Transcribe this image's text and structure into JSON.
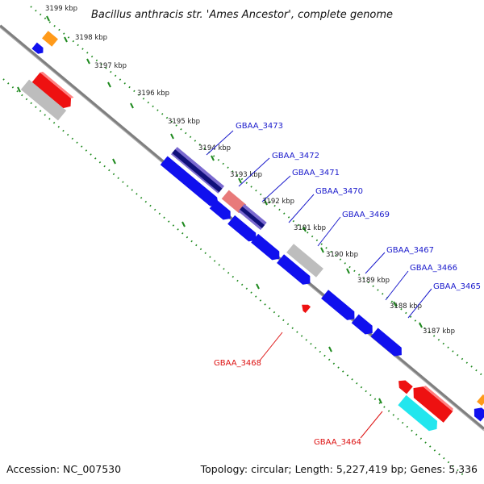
{
  "title": "Bacillus anthracis str. 'Ames Ancestor', complete genome",
  "accession": "Accession: NC_007530",
  "summary": "Topology: circular; Length: 5,227,419 bp; Genes: 5,336",
  "colors": {
    "backbone": "#7f7f7f",
    "tick": "#1f8a1f",
    "label_fwd": "#1a1acc",
    "label_rev": "#dd1111",
    "blue": "#1010ee",
    "navy": "#10107a",
    "red": "#ee1111",
    "pink": "#e87a7a",
    "gray": "#bdbdbd",
    "cyan": "#22e6ee",
    "orange": "#ff9a1a"
  },
  "scale": {
    "outer_ticks": [
      {
        "label": "3199 kbp"
      },
      {
        "label": "3198 kbp"
      },
      {
        "label": "3197 kbp"
      },
      {
        "label": "3196 kbp"
      },
      {
        "label": "3195 kbp"
      },
      {
        "label": "3194 kbp"
      },
      {
        "label": "3193 kbp"
      },
      {
        "label": "3192 kbp"
      },
      {
        "label": "3191 kbp"
      },
      {
        "label": "3190 kbp"
      },
      {
        "label": "3189 kbp"
      },
      {
        "label": "3188 kbp"
      },
      {
        "label": "3187 kbp"
      }
    ]
  },
  "genes": {
    "GBAA_3473": "GBAA_3473",
    "GBAA_3472": "GBAA_3472",
    "GBAA_3471": "GBAA_3471",
    "GBAA_3470": "GBAA_3470",
    "GBAA_3469": "GBAA_3469",
    "GBAA_3467": "GBAA_3467",
    "GBAA_3466": "GBAA_3466",
    "GBAA_3465": "GBAA_3465",
    "GBAA_3468": "GBAA_3468",
    "GBAA_3464": "GBAA_3464"
  }
}
